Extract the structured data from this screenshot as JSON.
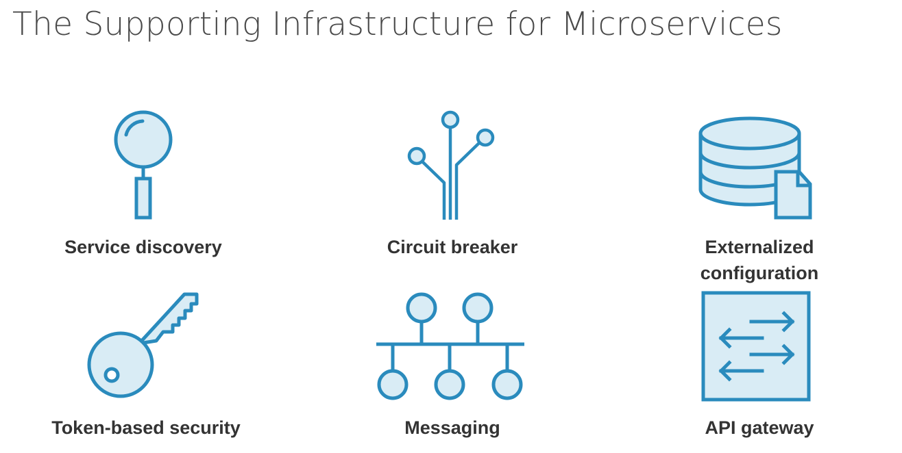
{
  "title": "The Supporting Infrastructure for Microservices",
  "colors": {
    "stroke": "#2a8bbd",
    "fill": "#d9ecf5",
    "text": "#333333",
    "title": "#4a4a4a"
  },
  "items": [
    {
      "label": "Service discovery",
      "icon": "magnifying-glass-icon"
    },
    {
      "label": "Circuit breaker",
      "icon": "circuit-icon"
    },
    {
      "label": "Externalized\nconfiguration",
      "icon": "database-file-icon"
    },
    {
      "label": "Token-based security",
      "icon": "key-icon"
    },
    {
      "label": "Messaging",
      "icon": "message-bus-icon"
    },
    {
      "label": "API gateway",
      "icon": "api-gateway-arrows-icon"
    }
  ]
}
